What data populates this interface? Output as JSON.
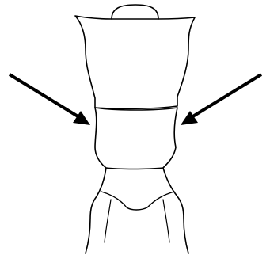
{
  "figure": {
    "stroke_color": "#000000",
    "background_color": "#ffffff",
    "arrows": [
      {
        "side": "left",
        "points_to": "waist-left-edge"
      },
      {
        "side": "right",
        "points_to": "waist-right-edge"
      }
    ]
  }
}
